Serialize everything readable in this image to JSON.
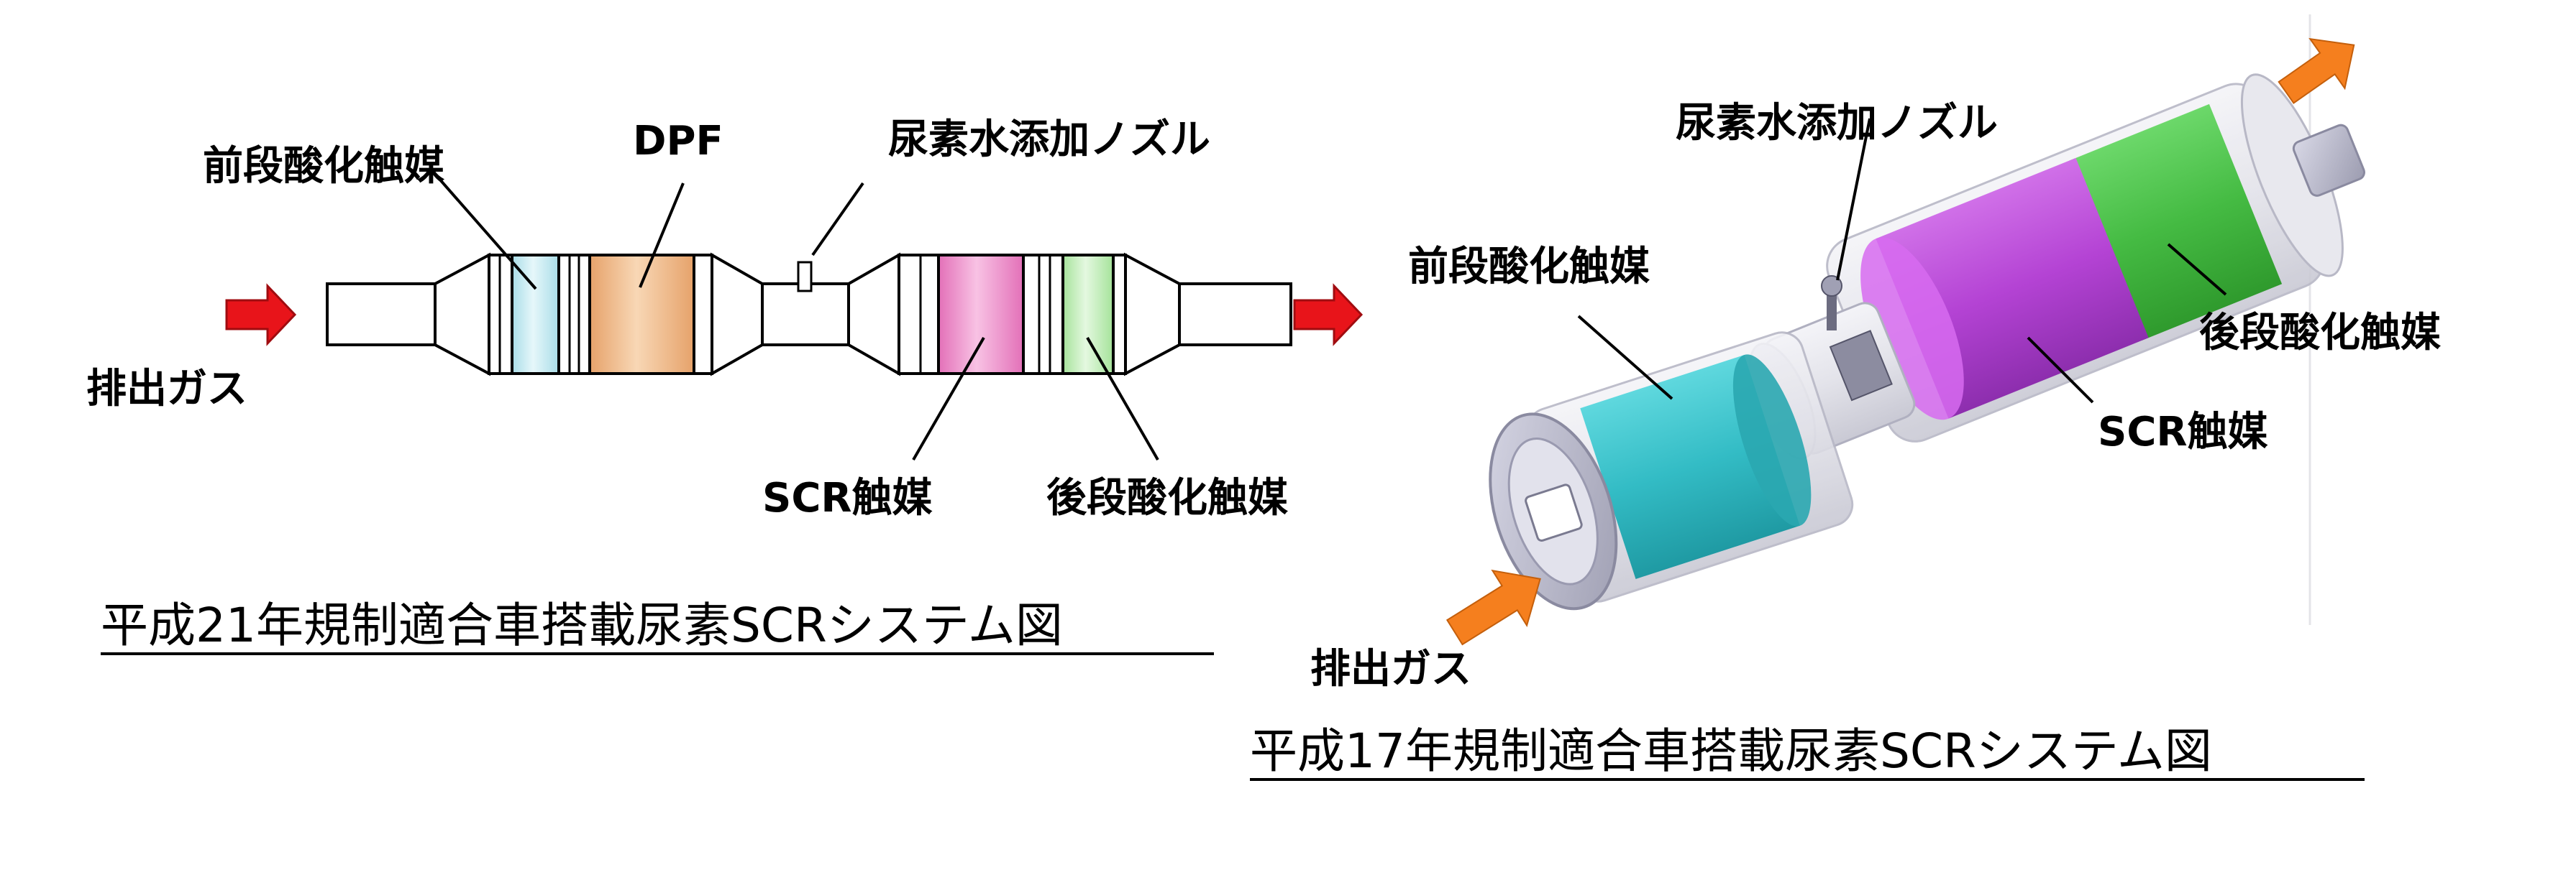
{
  "left_diagram": {
    "caption": "平成21年規制適合車搭載尿素SCRシステム図",
    "labels": {
      "pre_oxidation": "前段酸化触媒",
      "dpf": "DPF",
      "urea_nozzle": "尿素水添加ノズル",
      "exhaust": "排出ガス",
      "scr": "SCR触媒",
      "post_oxidation": "後段酸化触媒"
    }
  },
  "right_diagram": {
    "caption": "平成17年規制適合車搭載尿素SCRシステム図",
    "labels": {
      "urea_nozzle": "尿素水添加ノズル",
      "pre_oxidation": "前段酸化触媒",
      "post_oxidation": "後段酸化触媒",
      "scr": "SCR触媒",
      "exhaust": "排出ガス"
    }
  },
  "colors": {
    "arrow_red": "#e8141a",
    "arrow_orange": "#f57f1e",
    "pre_oxidation": "#cdeef4",
    "dpf": "#f2bf8f",
    "scr": "#f09ad0",
    "post_oxidation": "#c9efc1",
    "cyan_3d": "#3ec7cf",
    "purple_3d": "#b94ad6",
    "green_3d": "#4cc24a"
  }
}
